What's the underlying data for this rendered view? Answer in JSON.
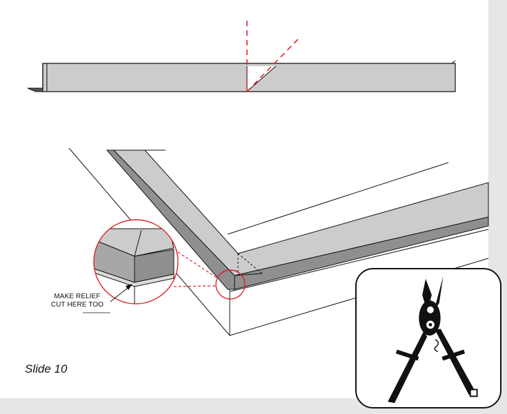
{
  "callout": {
    "line1": "MAKE RELIEF",
    "line2": "CUT HERE TOO"
  },
  "slide_label": "Slide 10",
  "colors": {
    "metal_light": "#cccccc",
    "metal_dark": "#8f8f8f",
    "cut_line": "#e0202a",
    "outline": "#111111"
  },
  "icons": {
    "tool": "snips-tool-icon"
  }
}
